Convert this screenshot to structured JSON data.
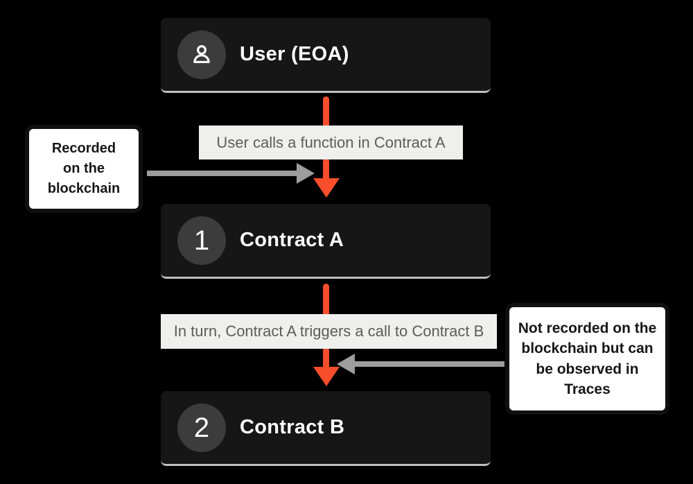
{
  "diagram": {
    "title": "contract-call-flow",
    "background": "#000000"
  },
  "colors": {
    "node_bg": "#161616",
    "node_text": "#ffffff",
    "circle_bg": "#3c3c3c",
    "accent_orange": "#f94e2c",
    "arrow_gray": "#9d9d9d",
    "chip_bg": "#efefee",
    "chip_text": "#5c5c5c",
    "callout_bg": "#ffffff",
    "callout_border": "#101010",
    "callout_text": "#161616"
  },
  "nodes": [
    {
      "id": "user",
      "icon": "user-icon",
      "title": "User (EOA)"
    },
    {
      "id": "contract-a",
      "badge": "1",
      "title": "Contract A"
    },
    {
      "id": "contract-b",
      "badge": "2",
      "title": "Contract B"
    }
  ],
  "edge_labels": [
    {
      "text": "User calls a function in Contract A"
    },
    {
      "text": "In turn, Contract A triggers a call to Contract B"
    }
  ],
  "callouts": [
    {
      "side": "left",
      "text": "Recorded\non the\nblockchain"
    },
    {
      "side": "right",
      "text": "Not recorded on the\nblockchain but can\nbe observed in\nTraces"
    }
  ]
}
